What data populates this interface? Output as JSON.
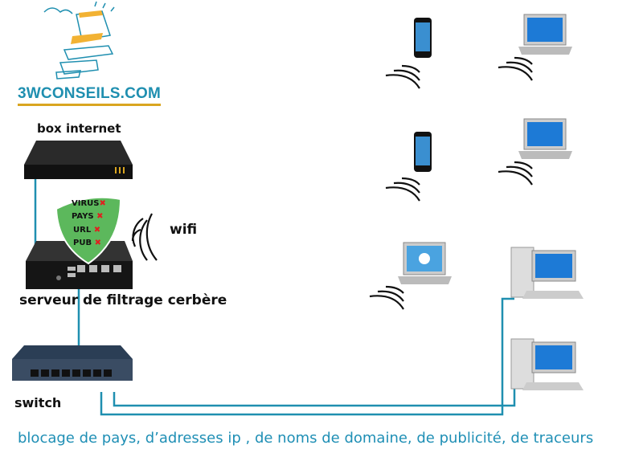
{
  "logo": {
    "text": "3WCONSEILS.COM"
  },
  "labels": {
    "box": "box internet",
    "wifi": "wifi",
    "server": "serveur de filtrage cerbère",
    "switch": "switch"
  },
  "shield": {
    "items": [
      "VIRUS",
      "PAYS",
      "URL",
      "PUB"
    ],
    "mark": "✖"
  },
  "caption": "blocage de pays, d’adresses ip , de noms de domaine, de publicité, de traceurs",
  "colors": {
    "cable": "#1f8fb0",
    "shield": "#5cb85c",
    "accent": "#d9a520"
  }
}
